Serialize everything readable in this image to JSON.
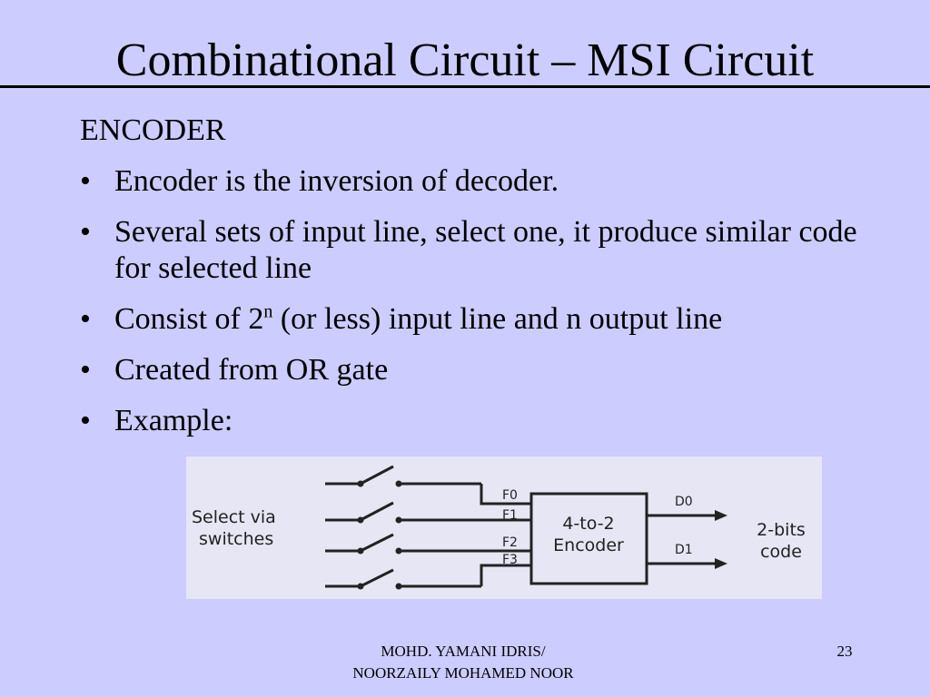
{
  "slide": {
    "title": "Combinational Circuit – MSI Circuit",
    "heading": "ENCODER",
    "bullets": [
      {
        "text": "Encoder is the inversion of decoder."
      },
      {
        "text": "Several sets of input line, select one, it produce similar code for selected line"
      },
      {
        "pre": "Consist of 2",
        "sup": "n",
        "post": " (or less) input line and n output line"
      },
      {
        "text": "Created from OR gate"
      },
      {
        "text": "Example:"
      }
    ],
    "bullet_glyph": "•"
  },
  "diagram": {
    "left_label_line1": "Select via",
    "left_label_line2": "switches",
    "inputs": [
      "F0",
      "F1",
      "F2",
      "F3"
    ],
    "box_line1": "4-to-2",
    "box_line2": "Encoder",
    "outputs": [
      "D0",
      "D1"
    ],
    "right_label_line1": "2-bits",
    "right_label_line2": "code"
  },
  "footer": {
    "author_line1": "MOHD. YAMANI IDRIS/",
    "author_line2": "NOORZAILY MOHAMED NOOR",
    "page_number": "23"
  }
}
